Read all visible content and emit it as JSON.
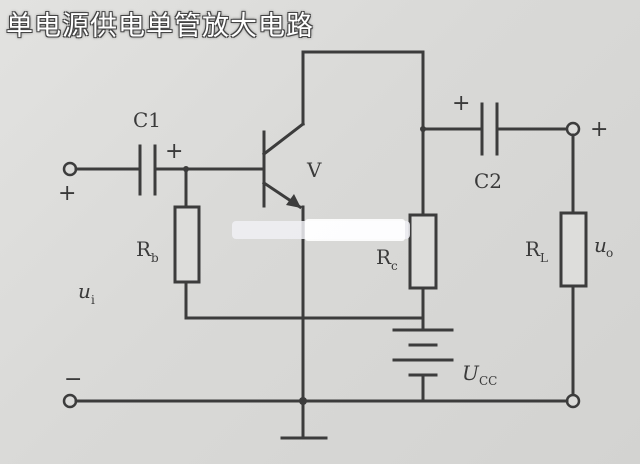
{
  "title": "单电源供电单管放大电路",
  "labels": {
    "c1": "C1",
    "c2": "C2",
    "transistor": "V",
    "rb": "R",
    "rb_sub": "b",
    "rc": "R",
    "rc_sub": "c",
    "rl": "R",
    "rl_sub": "L",
    "ui": "u",
    "ui_sub": "i",
    "uo": "u",
    "uo_sub": "o",
    "ucc": "U",
    "ucc_sub": "CC",
    "plus": "+",
    "minus": "−"
  }
}
